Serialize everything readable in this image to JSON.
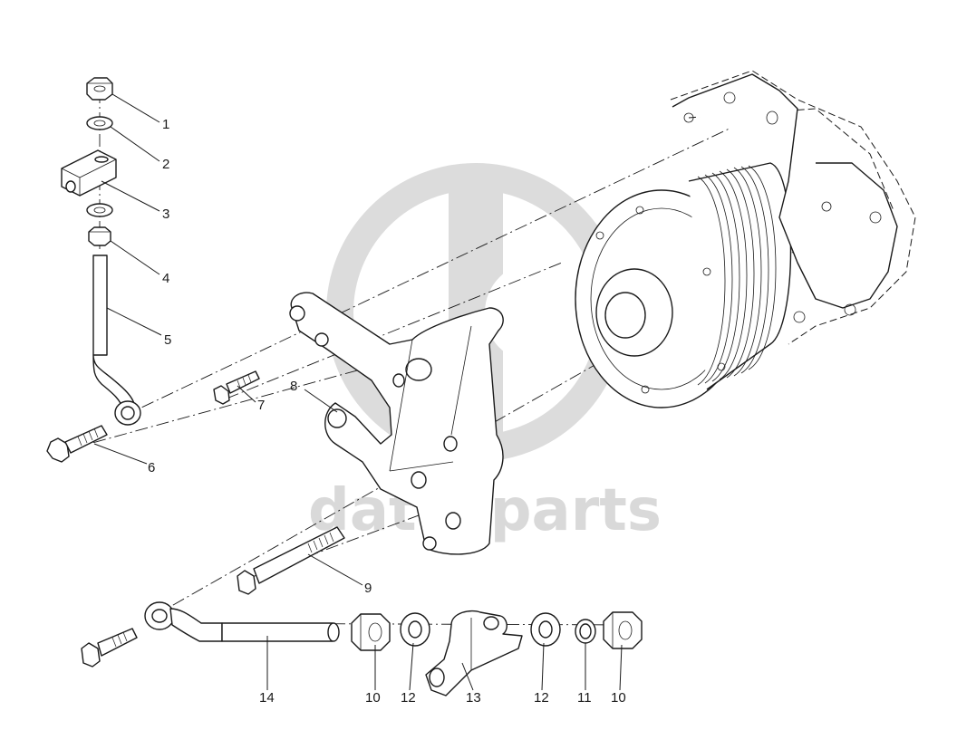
{
  "watermark": {
    "text": "datacparts",
    "color": "#d9d9d9"
  },
  "callouts": {
    "c1": "1",
    "c2": "2",
    "c3": "3",
    "c4": "4",
    "c5": "5",
    "c6": "6",
    "c7": "7",
    "c8": "8",
    "c9": "9",
    "c10a": "10",
    "c12a": "12",
    "c13": "13",
    "c12b": "12",
    "c11": "11",
    "c10b": "10",
    "c14": "14"
  }
}
